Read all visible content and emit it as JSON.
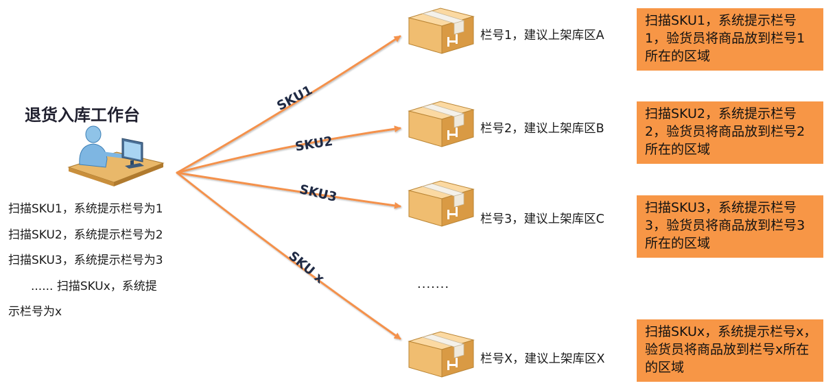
{
  "workstation": {
    "title": "退货入库工作台",
    "lines": [
      "扫描SKU1，系统提示栏号为1",
      "扫描SKU2，系统提示栏号为2",
      "扫描SKU3，系统提示栏号为3",
      "......  扫描SKUx，系统提",
      "示栏号为x"
    ]
  },
  "routes": [
    {
      "sku": "SKU1",
      "bin": "栏号1，建议上架库区A",
      "note": "扫描SKU1，系统提示栏号1，验货员将商品放到栏号1所在的区域"
    },
    {
      "sku": "SKU2",
      "bin": "栏号2，建议上架库区B",
      "note": "扫描SKU2，系统提示栏号2，验货员将商品放到栏号2所在的区域"
    },
    {
      "sku": "SKU3",
      "bin": "栏号3，建议上架库区C",
      "note": "扫描SKU3，系统提示栏号3，验货员将商品放到栏号3所在的区域"
    },
    {
      "sku": "SKU x",
      "bin": "栏号X，建议上架库区X",
      "note": "扫描SKUx，系统提示栏号x，验货员将商品放到栏号x所在的区域"
    }
  ],
  "ellipsis": ".......",
  "colors": {
    "arrow": "#f4914b",
    "note_bg": "#f79646",
    "box": "#f5c27a"
  },
  "icons": {
    "workstation": "person-at-computer-icon",
    "box": "cardboard-box-icon"
  }
}
